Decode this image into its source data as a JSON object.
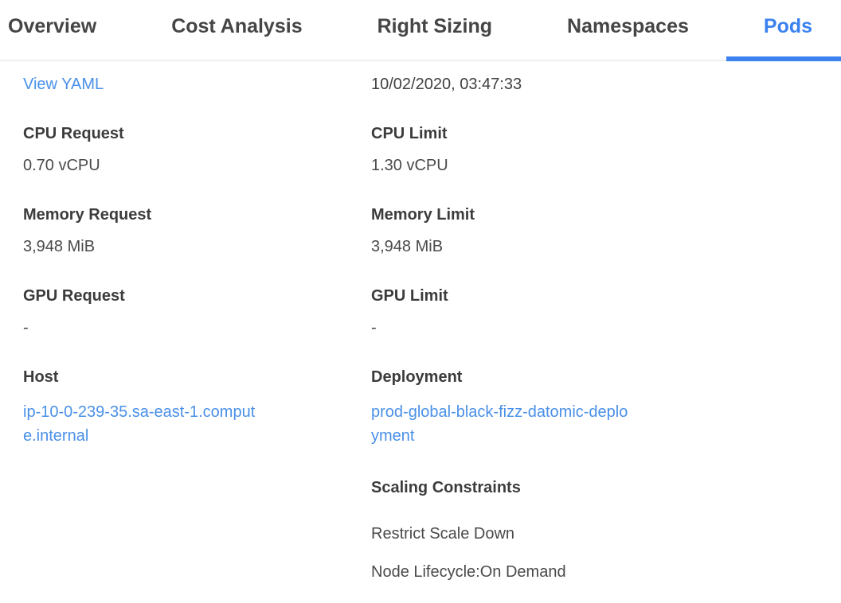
{
  "colors": {
    "accent_blue": "#3b82f0",
    "link_blue": "#4a90e8",
    "label_dark": "#3c3c3c",
    "value_gray": "#4a4a4a",
    "tab_inactive": "#454545",
    "divider_gray": "#efefef"
  },
  "tabs": {
    "items": [
      {
        "label": "Overview",
        "active": false
      },
      {
        "label": "Cost Analysis",
        "active": false
      },
      {
        "label": "Right Sizing",
        "active": false
      },
      {
        "label": "Namespaces",
        "active": false
      },
      {
        "label": "Pods",
        "active": true
      }
    ]
  },
  "detail": {
    "view_yaml_link": "View YAML",
    "timestamp": "10/02/2020, 03:47:33",
    "left_fields": [
      {
        "label": "CPU Request",
        "value": "0.70 vCPU"
      },
      {
        "label": "Memory Request",
        "value": "3,948 MiB"
      },
      {
        "label": "GPU Request",
        "value": "-"
      },
      {
        "label": "Host",
        "value": "ip-10-0-239-35.sa-east-1.compute.internal"
      }
    ],
    "right_fields": [
      {
        "label": "CPU Limit",
        "value": "1.30 vCPU"
      },
      {
        "label": "Memory Limit",
        "value": "3,948 MiB"
      },
      {
        "label": "GPU Limit",
        "value": "-"
      },
      {
        "label": "Deployment",
        "value": "prod-global-black-fizz-datomic-deployment"
      }
    ],
    "scaling": {
      "heading": "Scaling Constraints",
      "items": [
        "Restrict Scale Down",
        "Node Lifecycle:On Demand"
      ]
    }
  }
}
